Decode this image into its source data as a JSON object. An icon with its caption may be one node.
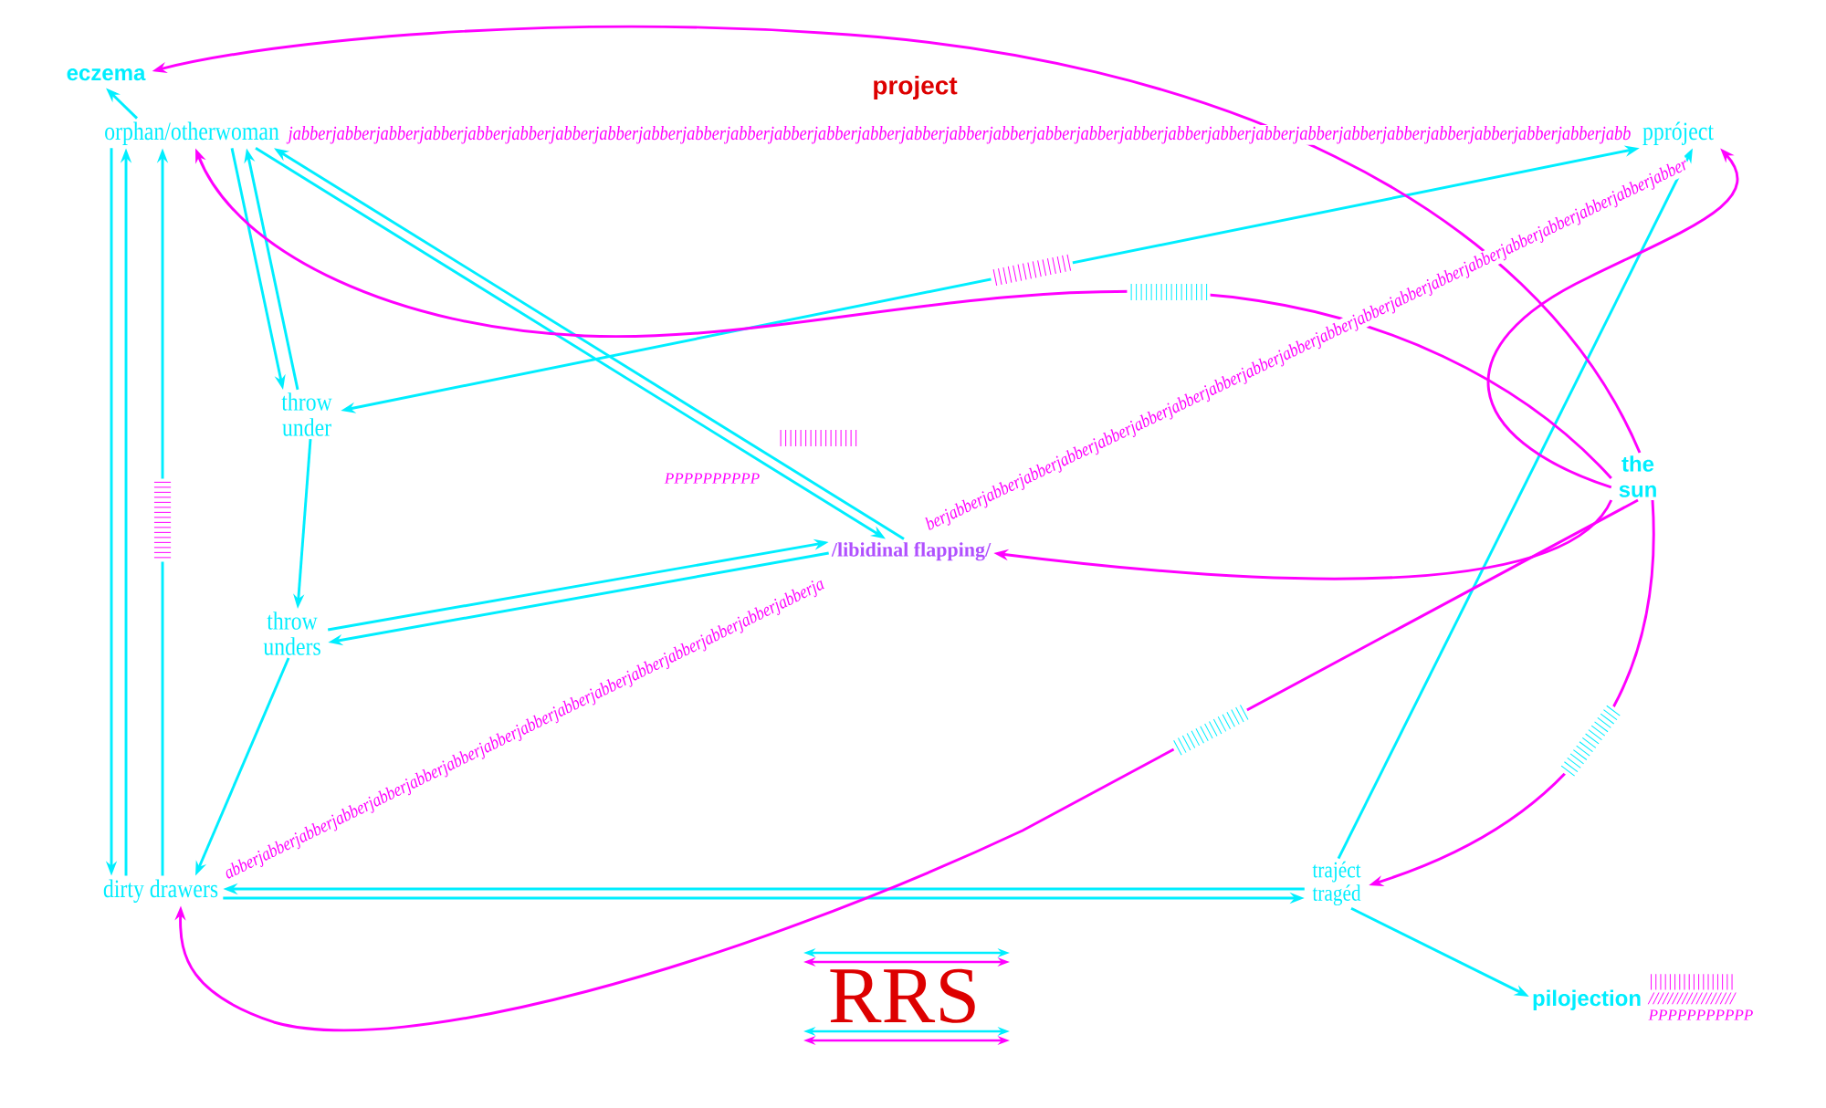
{
  "diagram": {
    "title": "project",
    "nodes": [
      {
        "text": [
          "eczema"
        ]
      },
      {
        "text": [
          "orphan/otherwoman"
        ]
      },
      {
        "text": [
          "ppróject"
        ]
      },
      {
        "text": [
          "throw under"
        ]
      },
      {
        "text": [
          "the sun"
        ]
      },
      {
        "text": [
          "/libidinal flapping/"
        ]
      },
      {
        "text": [
          "throw unders"
        ]
      },
      {
        "text": [
          "dirty drawers"
        ]
      },
      {
        "text": [
          "trajéct tragéd"
        ]
      },
      {
        "text": [
          "pilojection"
        ]
      }
    ],
    "edges": [
      {
        "from": 1,
        "to": 0,
        "arrow": "to"
      },
      {
        "from": 1,
        "to": 7,
        "arrow": "to"
      },
      {
        "from": 7,
        "to": 1,
        "arrow": "to"
      },
      {
        "from": 7,
        "to": 1,
        "arrow": "to",
        "label": "||||||||||||||||"
      },
      {
        "from": 1,
        "to": 3,
        "arrow": "to"
      },
      {
        "from": 3,
        "to": 1,
        "arrow": "to"
      },
      {
        "from": 1,
        "to": 5,
        "arrow": "to"
      },
      {
        "from": 5,
        "to": 1,
        "arrow": "to"
      },
      {
        "from": 3,
        "to": 2,
        "arrow": "both",
        "label": "||||||||||||||||"
      },
      {
        "from": 3,
        "to": 6,
        "arrow": "to"
      },
      {
        "from": 6,
        "to": 5,
        "arrow": "to"
      },
      {
        "from": 5,
        "to": 6,
        "arrow": "to"
      },
      {
        "from": 6,
        "to": 7,
        "arrow": "to"
      },
      {
        "from": 8,
        "to": 7,
        "arrow": "to"
      },
      {
        "from": 7,
        "to": 8,
        "arrow": "to"
      },
      {
        "from": 8,
        "to": 2,
        "arrow": "to"
      },
      {
        "from": 8,
        "to": 9,
        "arrow": "to"
      },
      {
        "from": 4,
        "to": 0,
        "arrow": "to",
        "color": "#ff00ff"
      },
      {
        "from": 4,
        "to": 1,
        "arrow": "to",
        "color": "#ff00ff",
        "label": "||||||||||||||||"
      },
      {
        "from": 4,
        "to": 2,
        "arrow": "to",
        "color": "#ff00ff"
      },
      {
        "from": 4,
        "to": 5,
        "arrow": "to",
        "color": "#ff00ff"
      },
      {
        "from": 4,
        "to": 7,
        "arrow": "to",
        "color": "#ff00ff",
        "label": "||||||||||||||||"
      },
      {
        "from": 4,
        "to": 8,
        "arrow": "to",
        "color": "#ff00ff",
        "label": "||||||||||||||||"
      }
    ],
    "labels": [
      "jabberjabberjabberjabberjabberjabberjabberjabberjabberjabberjabberjabberjabberjabberjabberjabberjabberjabberjabberjabberjabberjabberjabberjabberjabberjabberjabberjabberjabberjabberjabb",
      "||||||||||||||||",
      "PPPPPPPPPP",
      "berjabberjabberjabberjabberjabberjabberjabberjabberjabberjabberjabberjabberjabberjabberjabberjabberjabberjabberjabberjabber",
      "abberjabberjabberjabberjabberjabberjabberjabberjabberjabberjabberjabberjabberjabberjabberjabberja",
      "RRS",
      "||||||||||||||||||",
      "//////////////////",
      "PPPPPPPPPPP"
    ]
  }
}
